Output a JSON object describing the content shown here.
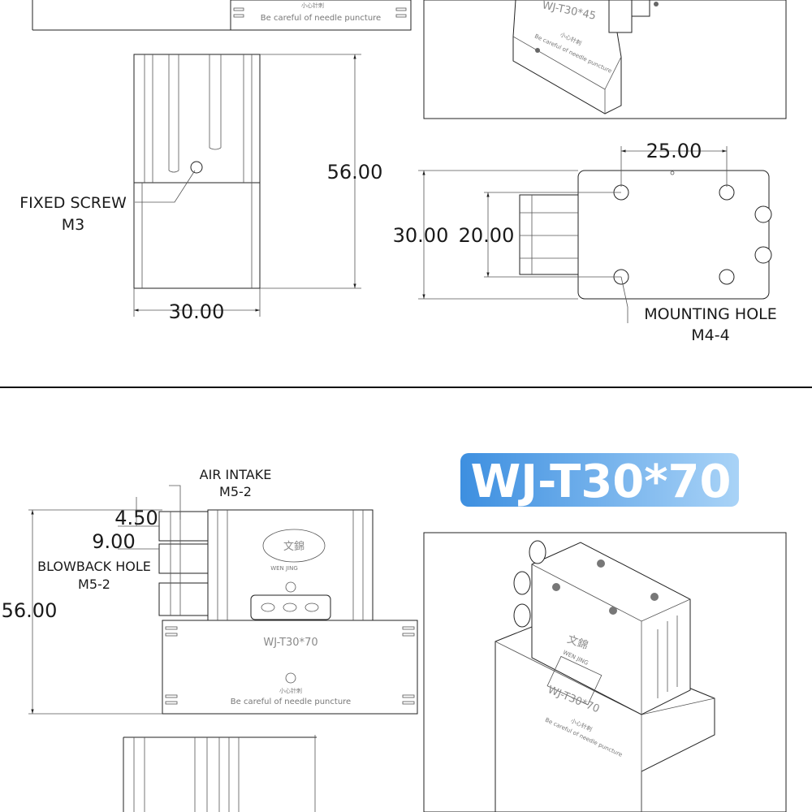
{
  "top": {
    "fixed_screw_label": "FIXED SCREW",
    "fixed_screw_spec": "M3",
    "dim_height_left": "56.00",
    "dim_width_left": "30.00",
    "dim_pitch": "25.00",
    "dim_height_right": "30.00",
    "dim_inner_right": "20.00",
    "mounting_hole_label": "MOUNTING HOLE",
    "mounting_hole_spec": "M4-4",
    "top_caution_cn": "小心针刺",
    "top_caution_en": "Be careful of needle puncture",
    "iso_model": "WJ-T30*45",
    "iso_caution_cn": "小心针刺",
    "iso_caution_en": "Be careful of needle puncture"
  },
  "bottom": {
    "air_intake_label": "AIR INTAKE",
    "air_intake_spec": "M5-2",
    "dim_4_50": "4.50",
    "dim_9_00": "9.00",
    "blowback_label": "BLOWBACK HOLE",
    "blowback_spec": "M5-2",
    "dim_height": "56.00",
    "brand": "WEN JING",
    "model_front": "WJ-T30*70",
    "caution_cn": "小心针刺",
    "caution_en": "Be careful of needle puncture",
    "badge_title": "WJ-T30*70",
    "iso_brand": "WEN JING",
    "iso_model": "WJ-T30*70",
    "iso_caution_cn": "小心针刺",
    "iso_caution_en": "Be careful of needle puncture"
  },
  "colors": {
    "badge_start": "#3d8fe0",
    "badge_end": "#a9d3f7",
    "divider": "#111111"
  }
}
